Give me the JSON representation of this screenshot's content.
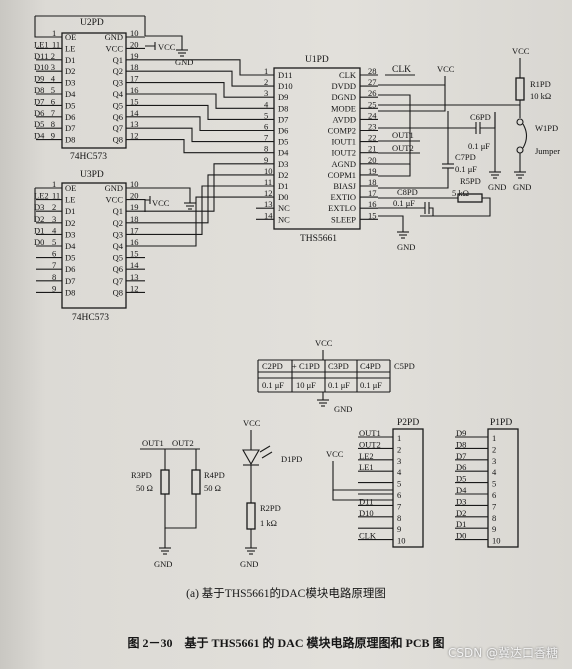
{
  "u2": {
    "ref": "U2PD",
    "part": "74HC573",
    "left_pins": [
      {
        "num": "1",
        "name": "OE",
        "net": ""
      },
      {
        "num": "11",
        "name": "LE",
        "net": "LE1"
      },
      {
        "num": "",
        "name": "D1",
        "net": "D11"
      },
      {
        "num": "",
        "name": "D2",
        "net": "D10"
      },
      {
        "num": "",
        "name": "D3",
        "net": "D9"
      },
      {
        "num": "",
        "name": "D4",
        "net": "D8"
      },
      {
        "num": "",
        "name": "D5",
        "net": "D7"
      },
      {
        "num": "",
        "name": "D6",
        "net": "D6"
      },
      {
        "num": "",
        "name": "D7",
        "net": "D5"
      },
      {
        "num": "",
        "name": "D8",
        "net": "D4"
      }
    ],
    "left_nums": [
      "2",
      "3",
      "4",
      "5",
      "6",
      "7",
      "8",
      "9"
    ],
    "right_pins": [
      {
        "num": "10",
        "name": "GND"
      },
      {
        "num": "20",
        "name": "VCC"
      },
      {
        "num": "19",
        "name": "Q1"
      },
      {
        "num": "18",
        "name": "Q2"
      },
      {
        "num": "17",
        "name": "Q3"
      },
      {
        "num": "16",
        "name": "Q4"
      },
      {
        "num": "15",
        "name": "Q5"
      },
      {
        "num": "14",
        "name": "Q6"
      },
      {
        "num": "13",
        "name": "Q7"
      },
      {
        "num": "12",
        "name": "Q8"
      }
    ]
  },
  "u3": {
    "ref": "U3PD",
    "part": "74HC573",
    "left_pins": [
      {
        "num": "1",
        "name": "OE",
        "net": ""
      },
      {
        "num": "11",
        "name": "LE",
        "net": "LE2"
      },
      {
        "num": "2",
        "name": "D1",
        "net": "D3"
      },
      {
        "num": "3",
        "name": "D2",
        "net": "D2"
      },
      {
        "num": "4",
        "name": "D3",
        "net": "D1"
      },
      {
        "num": "5",
        "name": "D4",
        "net": "D0"
      },
      {
        "num": "6",
        "name": "D5",
        "net": ""
      },
      {
        "num": "7",
        "name": "D6",
        "net": ""
      },
      {
        "num": "8",
        "name": "D7",
        "net": ""
      },
      {
        "num": "9",
        "name": "D8",
        "net": ""
      }
    ],
    "right_pins": [
      {
        "num": "10",
        "name": "GND"
      },
      {
        "num": "20",
        "name": "VCC"
      },
      {
        "num": "19",
        "name": "Q1"
      },
      {
        "num": "18",
        "name": "Q2"
      },
      {
        "num": "17",
        "name": "Q3"
      },
      {
        "num": "16",
        "name": "Q4"
      },
      {
        "num": "15",
        "name": "Q5"
      },
      {
        "num": "14",
        "name": "Q6"
      },
      {
        "num": "13",
        "name": "Q7"
      },
      {
        "num": "12",
        "name": "Q8"
      }
    ]
  },
  "u1": {
    "ref": "U1PD",
    "part": "THS5661",
    "left_pins": [
      {
        "num": "1",
        "name": "D11"
      },
      {
        "num": "2",
        "name": "D10"
      },
      {
        "num": "3",
        "name": "D9"
      },
      {
        "num": "4",
        "name": "D8"
      },
      {
        "num": "5",
        "name": "D7"
      },
      {
        "num": "6",
        "name": "D6"
      },
      {
        "num": "7",
        "name": "D5"
      },
      {
        "num": "8",
        "name": "D4"
      },
      {
        "num": "9",
        "name": "D3"
      },
      {
        "num": "10",
        "name": "D2"
      },
      {
        "num": "11",
        "name": "D1"
      },
      {
        "num": "12",
        "name": "D0"
      },
      {
        "num": "13",
        "name": "NC"
      },
      {
        "num": "14",
        "name": "NC"
      }
    ],
    "right_pins": [
      {
        "num": "28",
        "name": "CLK"
      },
      {
        "num": "27",
        "name": "DVDD"
      },
      {
        "num": "26",
        "name": "DGND"
      },
      {
        "num": "25",
        "name": "MODE"
      },
      {
        "num": "24",
        "name": "AVDD"
      },
      {
        "num": "23",
        "name": "COMP2"
      },
      {
        "num": "22",
        "name": "IOUT1"
      },
      {
        "num": "21",
        "name": "IOUT2"
      },
      {
        "num": "20",
        "name": "AGND"
      },
      {
        "num": "19",
        "name": "COPM1"
      },
      {
        "num": "18",
        "name": "BIASJ"
      },
      {
        "num": "17",
        "name": "EXTIO"
      },
      {
        "num": "16",
        "name": "EXTLO"
      },
      {
        "num": "15",
        "name": "SLEEP"
      }
    ]
  },
  "nets": {
    "vcc": "VCC",
    "gnd": "GND",
    "clk": "CLK",
    "out1": "OUT1",
    "out2": "OUT2",
    "jumper": "Jumper"
  },
  "parts": {
    "r1_ref": "R1PD",
    "r1_val": "10 kΩ",
    "w1_ref": "W1PD",
    "c6_ref": "C6PD",
    "c6_val": "0.1 μF",
    "c7_ref": "C7PD",
    "c7_val": "0.1 μF",
    "r5_ref": "R5PD",
    "r5_val": "5 kΩ",
    "c8_ref": "C8PD",
    "c8_val": "0.1 μF",
    "c2_ref": "C2PD",
    "c2_val": "0.1 μF",
    "c1_ref": "C1PD",
    "c1_val": "10 μF",
    "c3_ref": "C3PD",
    "c3_val": "0.1 μF",
    "c4_ref": "C4PD",
    "c4_val": "0.1 μF",
    "c5_ref": "C5PD",
    "r3_ref": "R3PD",
    "r3_val": "50 Ω",
    "r4_ref": "R4PD",
    "r4_val": "50 Ω",
    "d1_ref": "D1PD",
    "r2_ref": "R2PD",
    "r2_val": "1 kΩ",
    "p2_ref": "P2PD",
    "p1_ref": "P1PD",
    "plus": "+"
  },
  "p2": {
    "labels": [
      "OUT1",
      "OUT2",
      "LE2",
      "LE1",
      "",
      "",
      "D11",
      "D10",
      "",
      "CLK"
    ],
    "nums": [
      "1",
      "2",
      "3",
      "4",
      "5",
      "6",
      "7",
      "8",
      "9",
      "10"
    ]
  },
  "p1": {
    "labels": [
      "D9",
      "D8",
      "D7",
      "D6",
      "D5",
      "D4",
      "D3",
      "D2",
      "D1",
      "D0"
    ],
    "nums": [
      "1",
      "2",
      "3",
      "4",
      "5",
      "6",
      "7",
      "8",
      "9",
      "10"
    ]
  },
  "captions": {
    "sub": "(a) 基于THS5661的DAC模块电路原理图",
    "figure": "图 2－30　基于 THS5661 的 DAC 模块电路原理图和 PCB 图",
    "watermark": "CSDN @冀达口香糖"
  }
}
